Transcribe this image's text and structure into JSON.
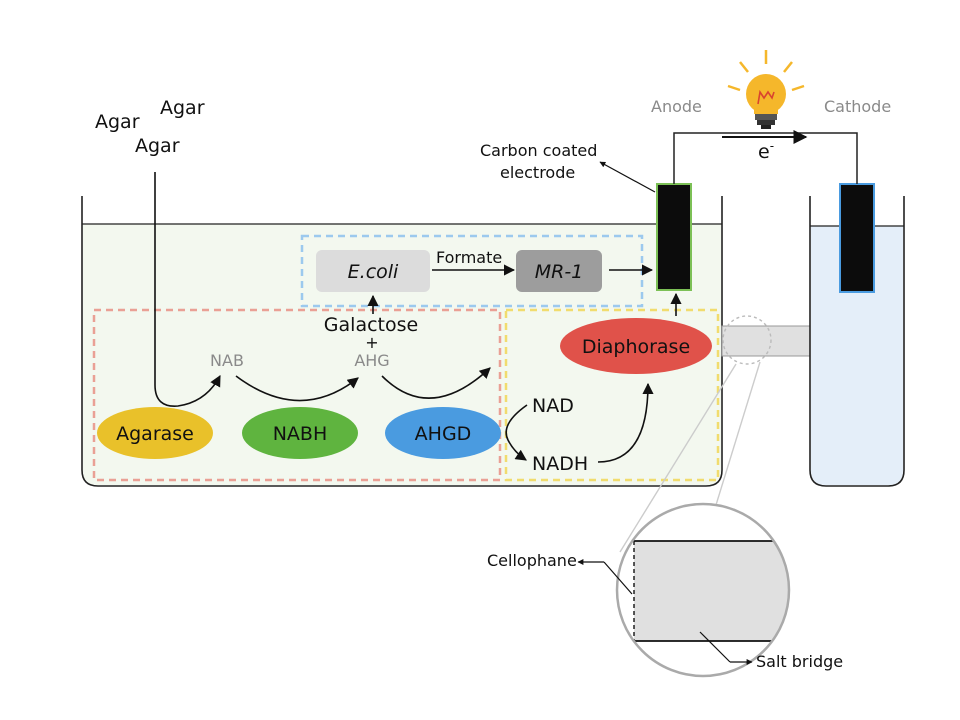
{
  "agar_labels": [
    "Agar",
    "Agar",
    "Agar"
  ],
  "anode": "Anode",
  "cathode": "Cathode",
  "electron": "e",
  "electron_sup": "-",
  "carbon_electrode": [
    "Carbon coated",
    "electrode"
  ],
  "ecoli": "E.coli",
  "formate": "Formate",
  "mr1": "MR-1",
  "galactose": "Galactose",
  "plus": "+",
  "nab": "NAB",
  "ahg": "AHG",
  "nad": "NAD",
  "nadh": "NADH",
  "enzymes": {
    "agarase": "Agarase",
    "nabh": "NABH",
    "ahgd": "AHGD",
    "diaphorase": "Diaphorase"
  },
  "cellophane": "Cellophane",
  "salt_bridge": "Salt bridge",
  "colors": {
    "agarase": "#e9c12a",
    "nabh": "#5fb43f",
    "ahgd": "#4a9be0",
    "diaphorase": "#e0524a",
    "red_box": "#eaa095",
    "blue_box": "#9cc9ee",
    "yellow_box": "#f1dc6e",
    "tank_fill": "#f3f8ef",
    "cathode_fill": "#e4eef9"
  }
}
